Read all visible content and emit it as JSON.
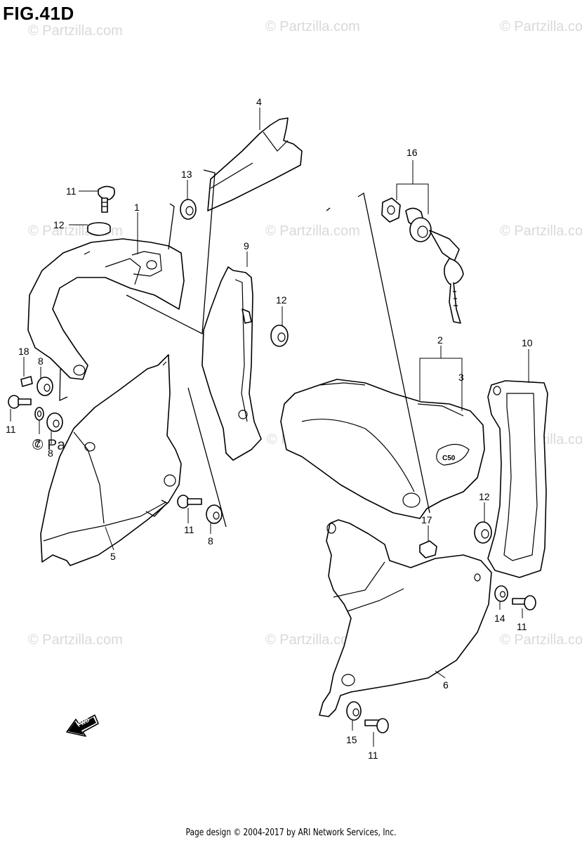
{
  "figure": {
    "title": "FIG.41D"
  },
  "watermarks": [
    "© Partzilla.com",
    "© Partzilla.com",
    "© Partzilla.com",
    "© Partzilla.com",
    "© Partzilla.com",
    "© Partzilla.com",
    "© Partzilla.com",
    "© Partzilla.com",
    "© Partzilla.com"
  ],
  "watermark_dark": "© Partzilla.com",
  "callouts": {
    "c1": "1",
    "c2": "2",
    "c3": "3",
    "c4": "4",
    "c5": "5",
    "c6": "6",
    "c7": "7",
    "c8a": "8",
    "c8b": "8",
    "c8c": "8",
    "c9": "9",
    "c10": "10",
    "c11a": "11",
    "c11b": "11",
    "c11c": "11",
    "c11d": "11",
    "c11e": "11",
    "c12a": "12",
    "c12b": "12",
    "c12c": "12",
    "c13": "13",
    "c14": "14",
    "c15": "15",
    "c16": "16",
    "c17": "17",
    "c18": "18"
  },
  "fwd_label": "FWD",
  "footer": {
    "credit": "Page design © 2004-2017 by ARI Network Services, Inc."
  }
}
